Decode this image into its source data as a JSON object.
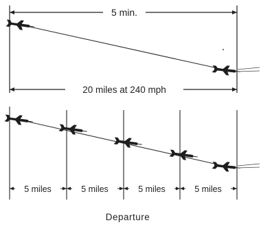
{
  "top_diagram": {
    "time_label": "5 min.",
    "distance_label": "20 miles at 240 mph",
    "aircraft_count": 2
  },
  "bottom_diagram": {
    "segment_labels": [
      "5 miles",
      "5 miles",
      "5 miles",
      "5 miles"
    ],
    "aircraft_count": 5
  },
  "caption": "Departure",
  "colors": {
    "ink": "#222222",
    "aircraft": "#1e1e1e",
    "background": "#ffffff"
  },
  "icons": {
    "aircraft": "airplane-silhouette-icon"
  }
}
